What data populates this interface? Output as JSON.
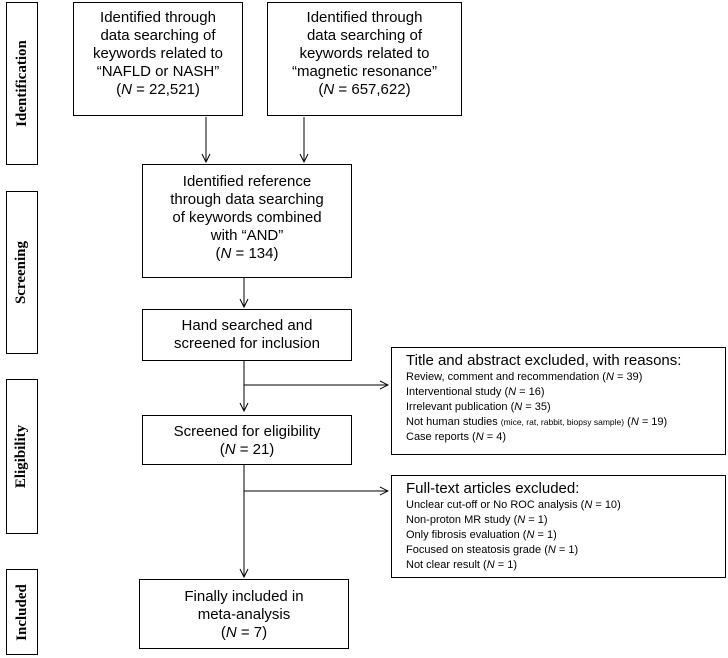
{
  "stages": {
    "identification": "Identification",
    "screening": "Screening",
    "eligibility": "Eligibility",
    "included": "Included"
  },
  "boxes": {
    "id_nafld": {
      "lines": [
        "Identified through",
        "data searching of",
        "keywords related to",
        "“NAFLD or NASH”"
      ],
      "n_prefix": "(",
      "n_var": "N",
      "n_value": " = 22,521)"
    },
    "id_mr": {
      "lines": [
        "Identified through",
        "data searching of",
        "keywords related to",
        "“magnetic resonance”"
      ],
      "n_prefix": "(",
      "n_var": "N",
      "n_value": " = 657,622)"
    },
    "combined": {
      "lines": [
        "Identified reference",
        "through data searching",
        "of keywords combined",
        "with “AND”"
      ],
      "n_prefix": "(",
      "n_var": "N",
      "n_value": " = 134)"
    },
    "hand": {
      "lines": [
        "Hand searched and",
        "screened for inclusion"
      ]
    },
    "eligibility": {
      "lines": [
        "Screened for eligibility"
      ],
      "n_prefix": "(",
      "n_var": "N",
      "n_value": " = 21)"
    },
    "final": {
      "lines": [
        "Finally included in",
        "meta-analysis"
      ],
      "n_prefix": "(",
      "n_var": "N",
      "n_value": " = 7)"
    }
  },
  "title_abstract_excluded": {
    "heading": "Title and abstract excluded, with reasons:",
    "items": [
      {
        "text": "Review, comment and recommendation",
        "small": "",
        "n_var": "N",
        "n_value": " = 39"
      },
      {
        "text": "Interventional study",
        "small": "",
        "n_var": "N",
        "n_value": " = 16"
      },
      {
        "text": "Irrelevant publication",
        "small": "",
        "n_var": "N",
        "n_value": " = 35"
      },
      {
        "text": "Not human studies",
        "small": "(mice, rat, rabbit, biopsy sample)",
        "n_var": "N",
        "n_value": " = 19"
      },
      {
        "text": "Case reports",
        "small": "",
        "n_var": "N",
        "n_value": " = 4"
      }
    ]
  },
  "fulltext_excluded": {
    "heading": "Full-text articles excluded:",
    "items": [
      {
        "text": "Unclear cut-off or No ROC analysis",
        "small": "",
        "n_var": "N",
        "n_value": " = 10"
      },
      {
        "text": "Non-proton MR study",
        "small": "",
        "n_var": "N",
        "n_value": " = 1"
      },
      {
        "text": "Only fibrosis evaluation",
        "small": "",
        "n_var": "N",
        "n_value": " = 1"
      },
      {
        "text": "Focused on steatosis grade",
        "small": "",
        "n_var": "N",
        "n_value": " = 1"
      },
      {
        "text": "Not clear result",
        "small": "",
        "n_var": "N",
        "n_value": " = 1"
      }
    ]
  }
}
